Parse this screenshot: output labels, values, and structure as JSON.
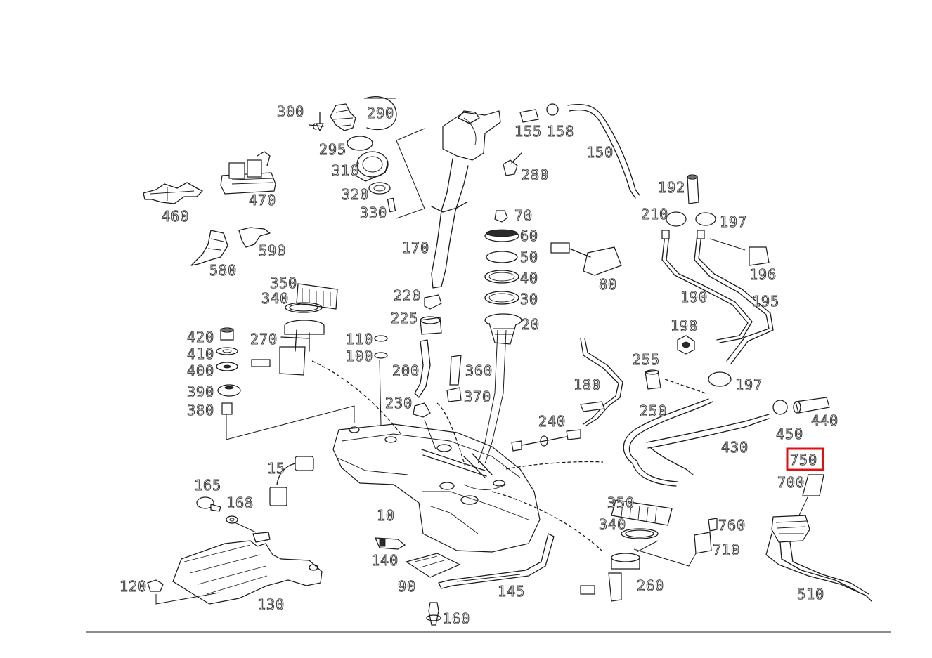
{
  "highlight_color": "#e01010",
  "highlighted_callout": "750",
  "callouts": [
    "10",
    "15",
    "20",
    "30",
    "40",
    "50",
    "60",
    "70",
    "80",
    "90",
    "100",
    "110",
    "120",
    "130",
    "140",
    "145",
    "150",
    "155",
    "158",
    "160",
    "165",
    "168",
    "170",
    "180",
    "190",
    "192",
    "195",
    "196",
    "197",
    "197",
    "198",
    "200",
    "210",
    "220",
    "225",
    "230",
    "240",
    "250",
    "255",
    "260",
    "270",
    "280",
    "290",
    "295",
    "300",
    "310",
    "320",
    "330",
    "340",
    "340",
    "350",
    "350",
    "360",
    "370",
    "380",
    "390",
    "400",
    "410",
    "420",
    "430",
    "440",
    "450",
    "460",
    "470",
    "510",
    "580",
    "590",
    "700",
    "710",
    "750",
    "760"
  ]
}
